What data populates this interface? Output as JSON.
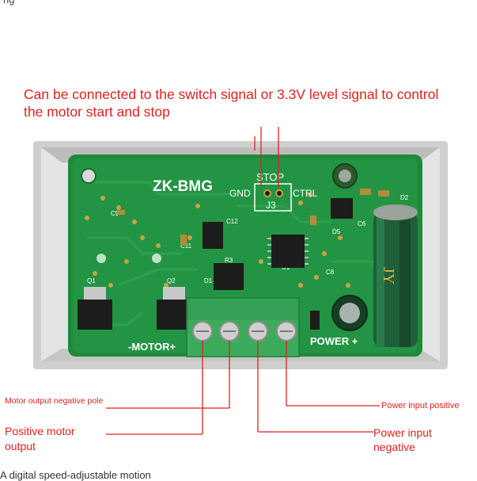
{
  "top_cut_text": "ng  ",
  "headline": "Can be connected to the switch signal or 3.3V level signal to control the motor start and stop",
  "board": {
    "model": "ZK-BMG",
    "stop": "STOP",
    "gnd": "GND",
    "ctrl": "CTRL",
    "j3": "J3",
    "motor": "-MOTOR+",
    "power": "POWER +",
    "minus": "-",
    "c12": "C12",
    "c11": "C11",
    "d1": "D1",
    "q1": "Q1",
    "q2": "Q2",
    "r3": "R3",
    "d2": "D2",
    "c8": "C8",
    "c6": "C6",
    "d5": "D5",
    "c9": "C9",
    "u1": "U1",
    "cap_label": "JY"
  },
  "callouts": {
    "motor_negative": "Motor output negative pole",
    "motor_positive": "Positive motor output",
    "power_positive": "Power input positive",
    "power_negative": "Power input negative"
  },
  "bottom_cut_text": "A digital speed-adjustable motion",
  "colors": {
    "headline": "#e0201e",
    "pcb": "#1f8a3a",
    "terminal": "#3cab5c",
    "housing": "#d6d6d6"
  }
}
